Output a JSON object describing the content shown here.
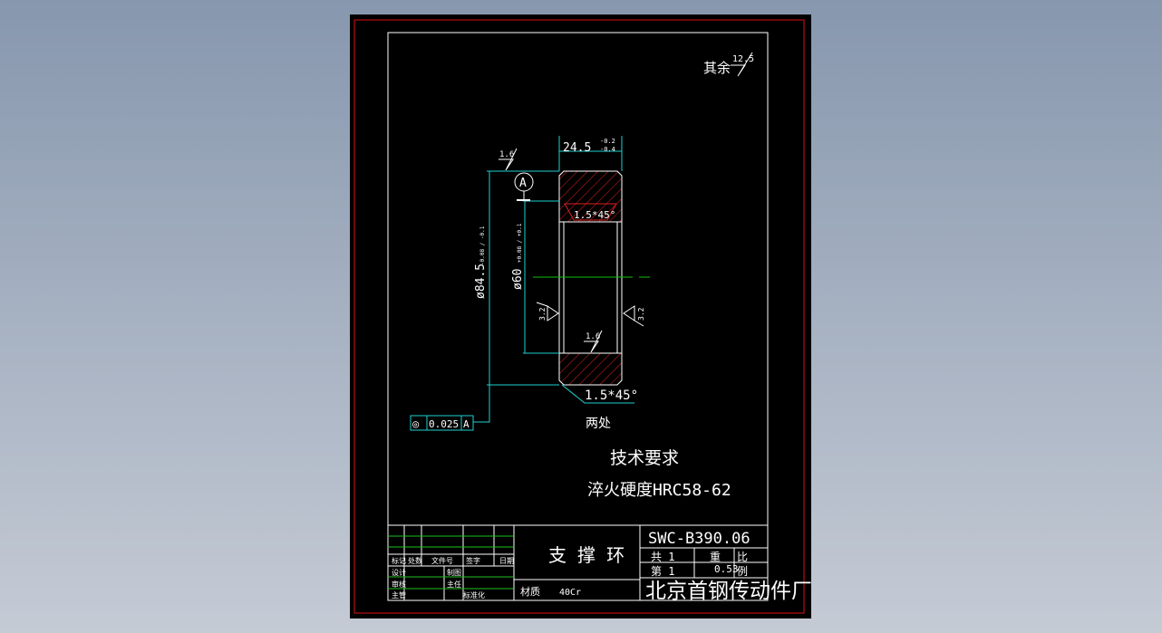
{
  "roughness": {
    "label": "其余",
    "value": "12.5"
  },
  "dims": {
    "width": "24.5",
    "width_tol_upper": "-0.2",
    "width_tol_lower": "-0.4",
    "outer_dia": "ø84.5",
    "outer_tol": "-0.08 / -0.1",
    "inner_dia": "ø60",
    "inner_tol": "+0.08 / +0.1",
    "chamfer_inner": "1.5*45°",
    "chamfer_outer": "1.5*45°",
    "chamfer_note": "两处",
    "rough_top": "1.6",
    "rough_bore": "1.6",
    "rough_left": "3.2",
    "rough_right": "3.2",
    "datum": "A"
  },
  "gdt": {
    "symbol": "◎",
    "value": "0.025",
    "datum": "A"
  },
  "notes": {
    "title": "技术要求",
    "line1": "淬火硬度HRC58-62"
  },
  "title_block": {
    "part_name": "支 撑 环",
    "drawing_no": "SWC-B390.06",
    "material_label": "材质",
    "material": "40Cr",
    "sheet_total": "共 1",
    "sheet_no": "第 1",
    "weight_label": "重",
    "weight": "0.53",
    "scale_label": "比",
    "scale_label2": "例",
    "company": "北京首钢传动件厂",
    "rev_headers": [
      "标记",
      "处数",
      "文件号",
      "签字",
      "日期"
    ],
    "sign_rows": [
      "设计",
      "审核",
      "主管"
    ],
    "sign_rows2": [
      "制图",
      "主任",
      "标准化"
    ]
  }
}
